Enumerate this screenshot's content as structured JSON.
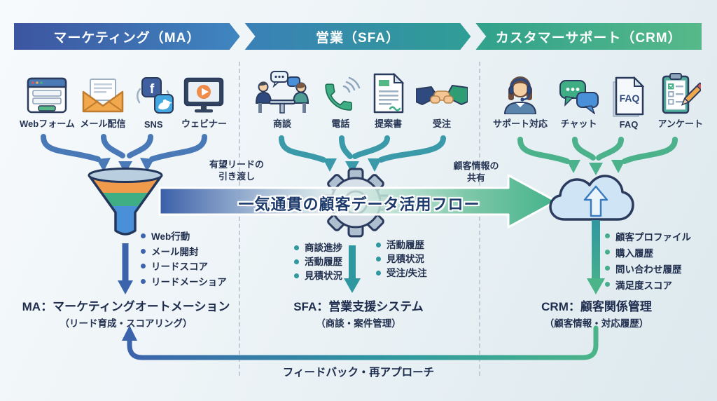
{
  "header": {
    "stages": [
      {
        "label": "マーケティング（MA）",
        "color_from": "#3d55a0",
        "color_to": "#3f86c0"
      },
      {
        "label": "営業（SFA）",
        "color_from": "#3a80b7",
        "color_to": "#2f9e95"
      },
      {
        "label": "カスタマーサポート（CRM）",
        "color_from": "#31a18c",
        "color_to": "#56b989"
      }
    ]
  },
  "ma": {
    "accent": "#3c64ac",
    "channels": [
      {
        "label": "Webフォーム",
        "icon": "web-form-icon"
      },
      {
        "label": "メール配信",
        "icon": "email-icon"
      },
      {
        "label": "SNS",
        "icon": "sns-icon"
      },
      {
        "label": "ウェビナー",
        "icon": "webinar-icon"
      }
    ],
    "bullets": [
      "Web行動",
      "メール開封",
      "リードスコア",
      "リードメーショア"
    ],
    "title": "MA：マーケティングオートメーション",
    "subtitle": "（リード育成・スコアリング）"
  },
  "sfa": {
    "accent": "#2f97a0",
    "channels": [
      {
        "label": "商談",
        "icon": "meeting-icon"
      },
      {
        "label": "電話",
        "icon": "phone-icon"
      },
      {
        "label": "提案書",
        "icon": "proposal-document-icon"
      },
      {
        "label": "受注",
        "icon": "handshake-icon"
      }
    ],
    "bullets_left": [
      "商談進捗",
      "活動履歴",
      "見積状況"
    ],
    "bullets_right": [
      "活動履歴",
      "見積状況",
      "受注/失注"
    ],
    "title": "SFA：営業支援システム",
    "subtitle": "（商談・案件管理）"
  },
  "crm": {
    "accent": "#45ac8c",
    "channels": [
      {
        "label": "サポート対応",
        "icon": "support-agent-icon"
      },
      {
        "label": "チャット",
        "icon": "chat-icon"
      },
      {
        "label": "FAQ",
        "icon": "faq-document-icon"
      },
      {
        "label": "アンケート",
        "icon": "survey-clipboard-icon"
      }
    ],
    "bullets": [
      "顧客プロファイル",
      "購入履歴",
      "問い合わせ履歴",
      "満足度スコア"
    ],
    "title": "CRM：顧客関係管理",
    "subtitle": "（顧客情報・対応履歴）"
  },
  "flow": {
    "label": "一気通貫の顧客データ活用フロー",
    "handoff1_line1": "有望リードの",
    "handoff1_line2": "引き渡し",
    "handoff2_line1": "顧客情報の",
    "handoff2_line2": "共有"
  },
  "feedback": {
    "label": "フィードバック・再アプローチ"
  },
  "icons": {
    "faq_text": "FAQ",
    "facebook_letter": "f"
  }
}
